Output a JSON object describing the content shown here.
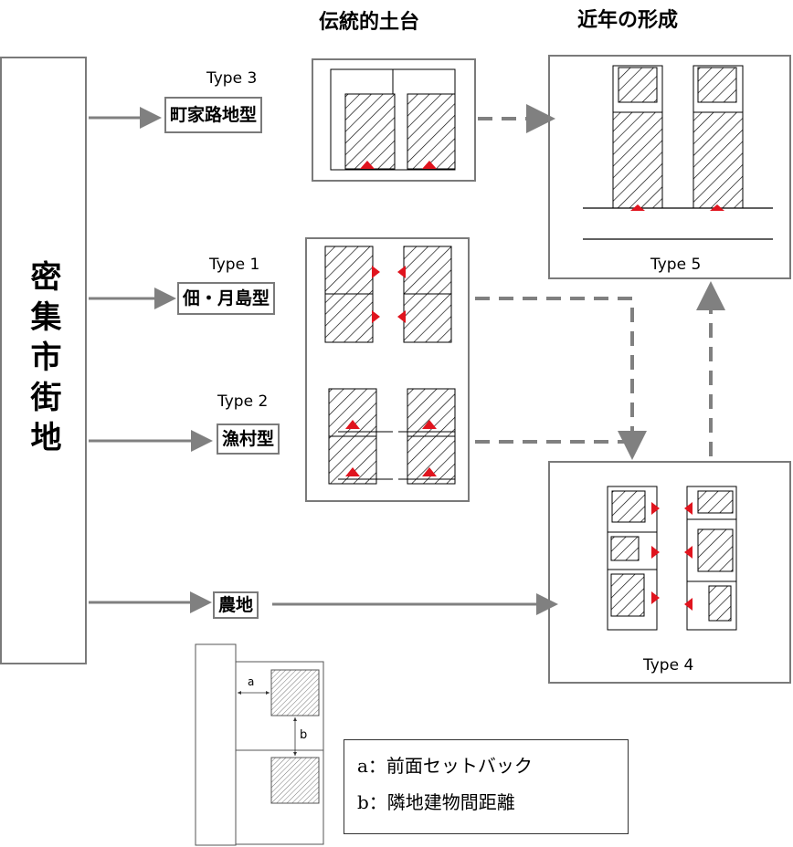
{
  "headers": {
    "traditional": "伝統的土台",
    "recent": "近年の形成"
  },
  "main_label": "密集市街地",
  "types": {
    "type3": {
      "caption": "Type 3",
      "tag": "町家路地型"
    },
    "type1": {
      "caption": "Type 1",
      "tag": "佃・月島型"
    },
    "type2": {
      "caption": "Type 2",
      "tag": "漁村型"
    },
    "farm": {
      "tag": "農地"
    },
    "type5": {
      "caption": "Type 5"
    },
    "type4": {
      "caption": "Type 4"
    }
  },
  "key_diagram": {
    "a": "a",
    "b": "b"
  },
  "legend": {
    "a": "a：前面セットバック",
    "b": "b：隣地建物間距離"
  },
  "colors": {
    "arrow": "#808080",
    "marker": "#e0141e",
    "border": "#7a7a7a"
  }
}
